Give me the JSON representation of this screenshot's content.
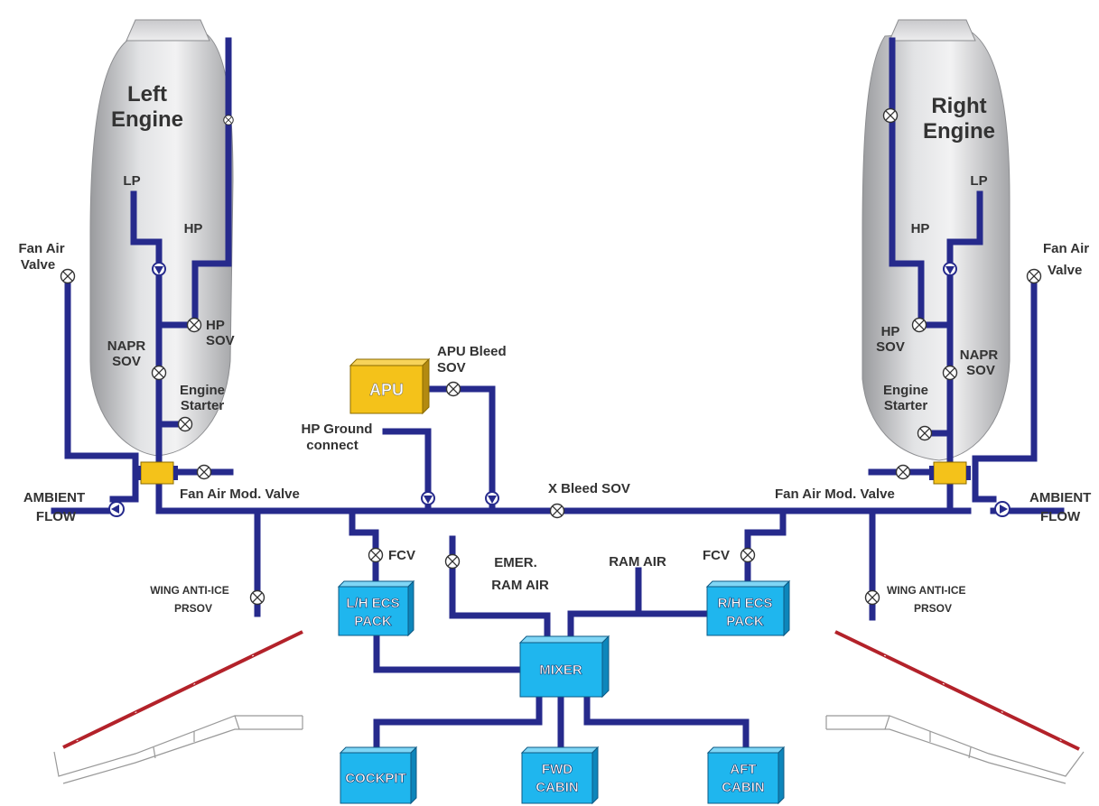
{
  "colors": {
    "pipe": "#262a8c",
    "ecs_box": "#1fb6ee",
    "apu_box": "#f4c21a",
    "precooler": "#f4c21a",
    "engine_nacelle": "#cfd0d2",
    "wing_edge": "#b3222a"
  },
  "left_engine": {
    "title_line1": "Left",
    "title_line2": "Engine",
    "lp": "LP",
    "hp": "HP",
    "hp_sov_1": "HP",
    "hp_sov_2": "SOV",
    "napr_1": "NAPR",
    "napr_2": "SOV",
    "starter_1": "Engine",
    "starter_2": "Starter",
    "fan_air_1": "Fan Air",
    "fan_air_2": "Valve",
    "ambient_1": "AMBIENT",
    "ambient_2": "FLOW",
    "fan_mod": "Fan Air Mod. Valve",
    "wing_anti_ice_1": "WING ANTI-ICE",
    "wing_anti_ice_2": "PRSOV"
  },
  "right_engine": {
    "title_line1": "Right",
    "title_line2": "Engine",
    "lp": "LP",
    "hp": "HP",
    "hp_sov_1": "HP",
    "hp_sov_2": "SOV",
    "napr_1": "NAPR",
    "napr_2": "SOV",
    "starter_1": "Engine",
    "starter_2": "Starter",
    "fan_air_1": "Fan Air",
    "fan_air_2": "Valve",
    "ambient_1": "AMBIENT",
    "ambient_2": "FLOW",
    "fan_mod": "Fan Air Mod. Valve",
    "wing_anti_ice_1": "WING ANTI-ICE",
    "wing_anti_ice_2": "PRSOV"
  },
  "center": {
    "apu": "APU",
    "apu_bleed_1": "APU Bleed",
    "apu_bleed_2": "SOV",
    "hp_ground_1": "HP Ground",
    "hp_ground_2": "connect",
    "x_bleed": "X Bleed SOV",
    "fcv_left": "FCV",
    "fcv_right": "FCV",
    "emer_1": "EMER.",
    "emer_2": "RAM AIR",
    "ram_air": "RAM AIR"
  },
  "boxes": {
    "lh_pack_1": "L/H ECS",
    "lh_pack_2": "PACK",
    "rh_pack_1": "R/H ECS",
    "rh_pack_2": "PACK",
    "mixer": "MIXER",
    "cockpit": "COCKPIT",
    "fwd_1": "FWD",
    "fwd_2": "CABIN",
    "aft_1": "AFT",
    "aft_2": "CABIN"
  }
}
